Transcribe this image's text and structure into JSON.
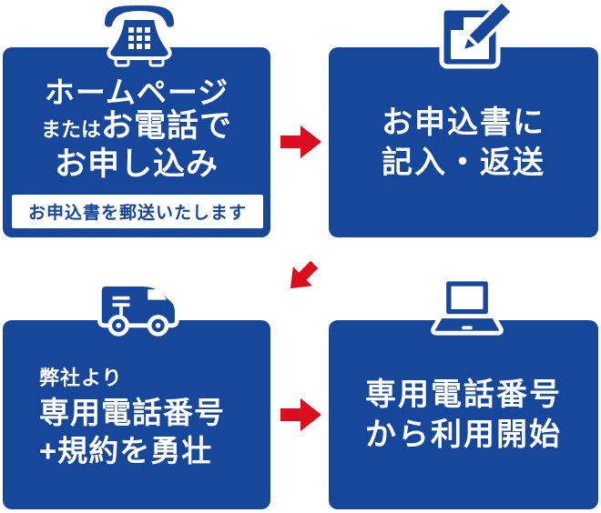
{
  "colors": {
    "box-bg": "#17479b",
    "arrow-red": "#dc0d1e",
    "box-text": "#ffffff",
    "note-bg": "#ffffff",
    "note-text": "#17479b"
  },
  "diagram": {
    "name": "application-flow",
    "steps": {
      "step1": {
        "icon": "telephone-icon",
        "line1": "ホームページ",
        "line2_small": "または",
        "line2_large": "お電話で",
        "line3": "お申し込み",
        "note": "お申込書を郵送いたします"
      },
      "step2": {
        "icon": "pen-document-icon",
        "line1": "お申込書に",
        "line2": "記入・返送"
      },
      "step3": {
        "icon": "delivery-truck-icon",
        "line_small": "弊社より",
        "line1": "専用電話番号",
        "line2": "+規約を勇壮"
      },
      "step4": {
        "icon": "laptop-icon",
        "line1": "専用電話番号",
        "line2": "から利用開始"
      }
    },
    "arrows": [
      {
        "direction": "right",
        "from": "step1",
        "to": "step2"
      },
      {
        "direction": "down-left",
        "from": "step2",
        "to": "step3"
      },
      {
        "direction": "right",
        "from": "step3",
        "to": "step4"
      }
    ]
  }
}
